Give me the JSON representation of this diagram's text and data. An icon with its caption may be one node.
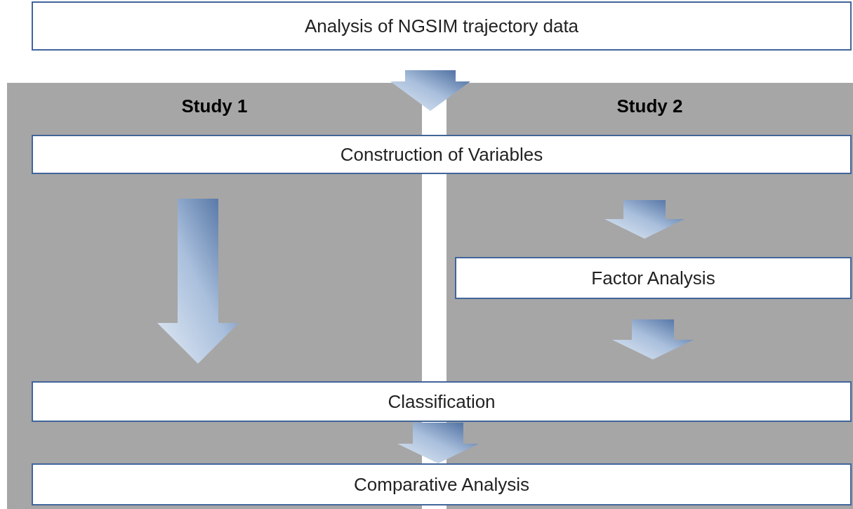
{
  "diagram": {
    "nodes": [
      {
        "text": [
          "Analysis of NGSIM trajectory data"
        ]
      },
      {
        "text": [
          "Study 1"
        ]
      },
      {
        "text": [
          "Study 2"
        ]
      },
      {
        "text": [
          "Construction of Variables"
        ]
      },
      {
        "text": [
          "Factor Analysis"
        ],
        "in": 2
      },
      {
        "text": [
          "Classification"
        ]
      },
      {
        "text": [
          "Comparative Analysis"
        ]
      }
    ],
    "edges": [
      {
        "from": 0,
        "to": 3,
        "arrow": "to"
      },
      {
        "from": 3,
        "to": 5,
        "arrow": "to"
      },
      {
        "from": 3,
        "to": 4,
        "arrow": "to"
      },
      {
        "from": 4,
        "to": 5,
        "arrow": "to"
      },
      {
        "from": 5,
        "to": 6,
        "arrow": "to"
      }
    ]
  }
}
